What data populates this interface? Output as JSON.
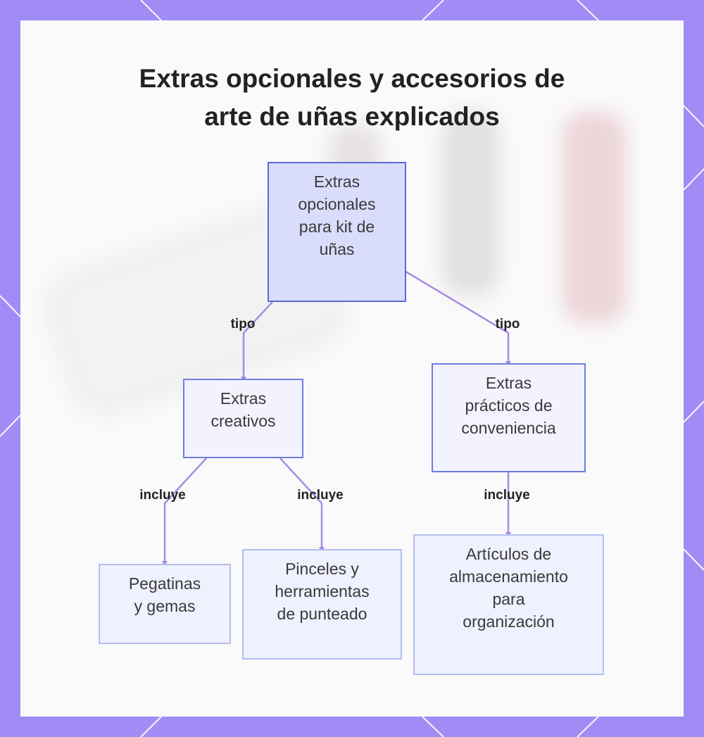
{
  "title": "Extras opcionales y accesorios de\narte de uñas explicados",
  "colors": {
    "frame": "#a18cf5",
    "edge": "#a98ae6",
    "node_border": "#6e7ee0",
    "root_fill": "#d9dcfb"
  },
  "nodes": {
    "root": "Extras\nopcionales\npara kit de\nuñas",
    "creative": "Extras\ncreativos",
    "practical": "Extras\nprácticos de\nconveniencia",
    "stickers": "Pegatinas\ny gemas",
    "brushes": "Pinceles y\nherramientas\nde punteado",
    "storage": "Artículos de\nalmacenamiento\npara\norganización"
  },
  "edges": {
    "root_creative": "tipo",
    "root_practical": "tipo",
    "creative_stickers": "incluye",
    "creative_brushes": "incluye",
    "practical_storage": "incluye"
  }
}
